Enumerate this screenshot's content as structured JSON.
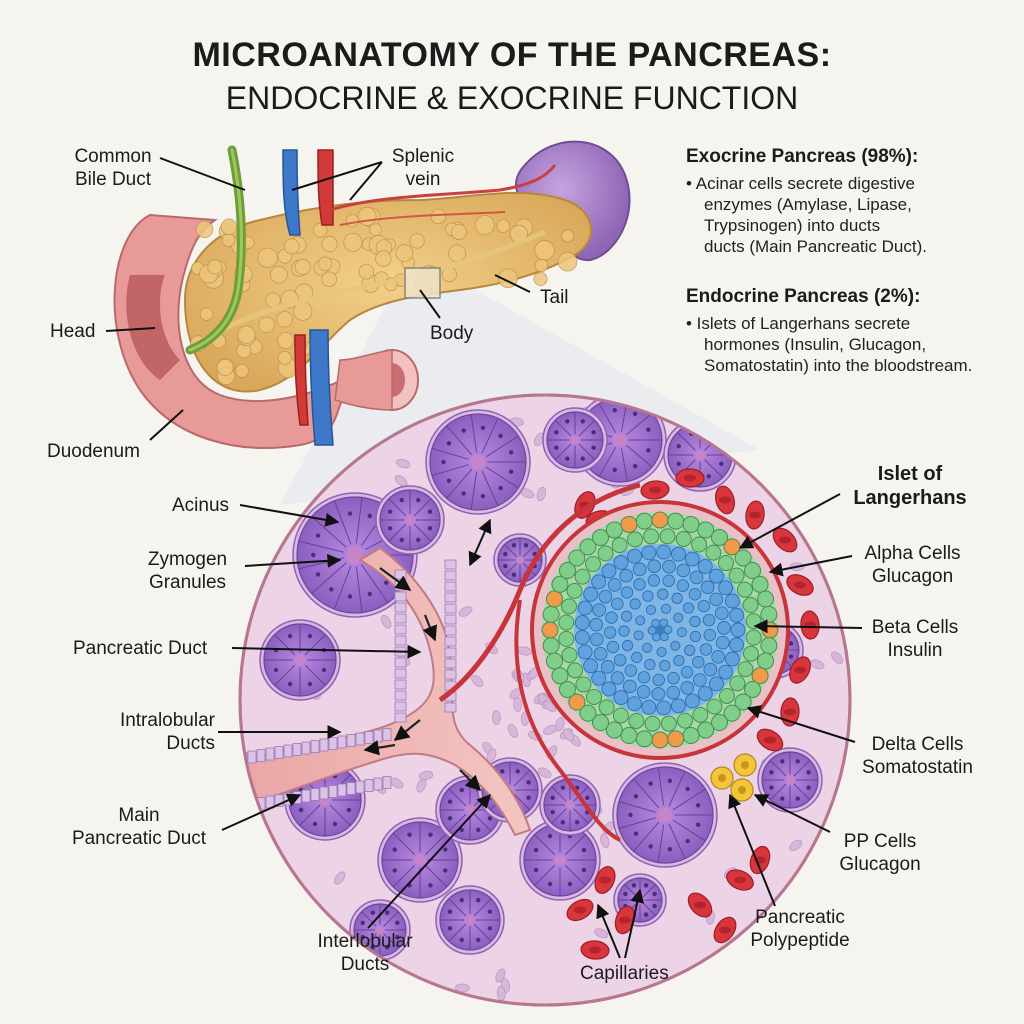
{
  "title": "MICROANATOMY OF THE PANCREAS:",
  "subtitle": "ENDOCRINE & EXOCRINE FUNCTION",
  "gross_labels": {
    "common_bile_duct_1": "Common",
    "common_bile_duct_2": "Bile Duct",
    "splenic_1": "Splenic",
    "splenic_2": "vein",
    "head": "Head",
    "duodenum": "Duodenum",
    "tail": "Tail",
    "body": "Body"
  },
  "exocrine": {
    "heading": "Exocrine Pancreas (98%):",
    "lines": [
      "• Acinar cells secrete digestive",
      "enzymes (Amylase, Lipase,",
      "Trypsinogen) into ducts",
      "ducts (Main Pancreatic Duct)."
    ]
  },
  "endocrine": {
    "heading": "Endocrine Pancreas (2%):",
    "lines": [
      "• Islets of Langerhans secrete",
      "hormones (Insulin, Glucagon,",
      "Somatostatin) into the bloodstream."
    ]
  },
  "left_labels": {
    "acinus": "Acinus",
    "zymogen_1": "Zymogen",
    "zymogen_2": "Granules",
    "pancreatic_duct": "Pancreatic Duct",
    "intralobular_1": "Intralobular",
    "intralobular_2": "Ducts",
    "main_duct_1": "Main",
    "main_duct_2": "Pancreatic Duct",
    "interlobular_1": "Interlobular",
    "interlobular_2": "Ducts",
    "capillaries": "Capillaries"
  },
  "right_labels": {
    "islet_1": "Islet of",
    "islet_2": "Langerhans",
    "alpha_1": "Alpha Cells",
    "alpha_2": "Glucagon",
    "beta_1": "Beta Cells",
    "beta_2": "Insulin",
    "delta_1": "Delta Cells",
    "delta_2": "Somatostatin",
    "pp_1": "PP Cells",
    "pp_2": "Glucagon",
    "pancreatic_poly_1": "Pancreatic",
    "pancreatic_poly_2": "Polypeptide"
  },
  "colors": {
    "background": "#f5f4ef",
    "pancreas": "#e8bf6f",
    "duodenum": "#e79a98",
    "spleen": "#a682c4",
    "vein": "#3e78c8",
    "artery": "#d23a3a",
    "bile_duct": "#6f9d3a",
    "acinar_cell": "#9c6fcb",
    "alpha_cell": "#7fcf8a",
    "beta_cell": "#5fa2de",
    "delta_cell": "#f09a4a",
    "pp_cell": "#f2c53a",
    "capillary": "#d8353d"
  }
}
